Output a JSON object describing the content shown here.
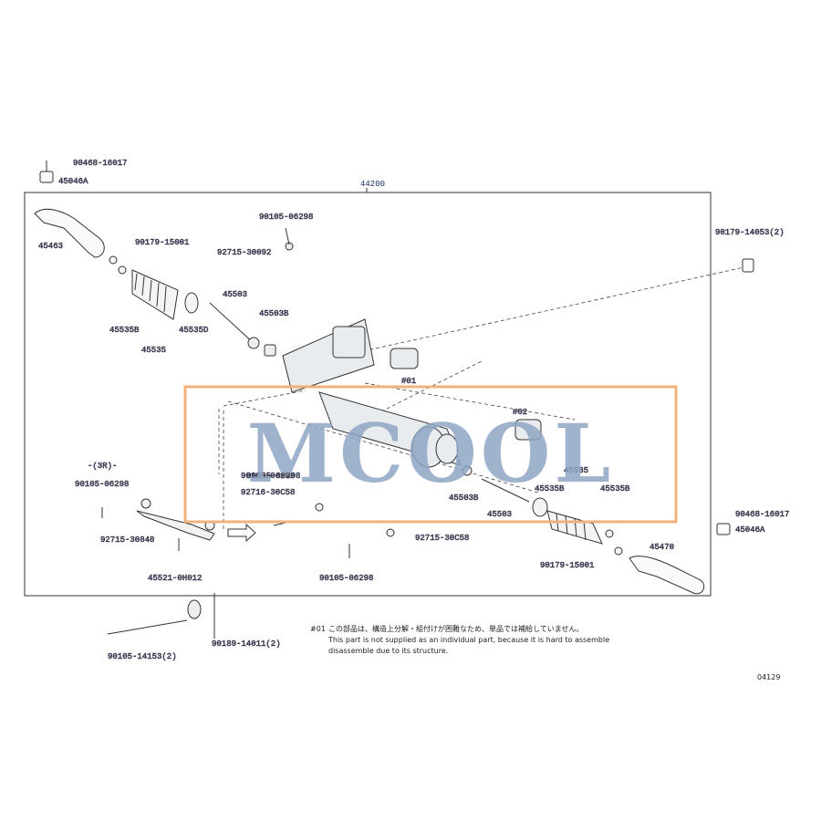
{
  "assembly_label": "44200",
  "watermark": "MCOOL",
  "part_labels": [
    "90468-16017",
    "45046A",
    "45463",
    "90179-15001",
    "45535B",
    "45535",
    "45535D",
    "45503",
    "45503B",
    "90105-06298",
    "92715-30092",
    "90179-14053(2)",
    "#01",
    "#02",
    "90105-06298",
    "45503B",
    "45503",
    "45535B",
    "45535",
    "45535B",
    "90179-15001",
    "45470",
    "90468-16017",
    "45046A",
    "90105-06298",
    "92715-30848",
    "92716-30C58",
    "90105-06298",
    "45521-0H012",
    "92715-30C58",
    "90105-06298",
    "90105-14153(2)",
    "90189-14011(2)"
  ],
  "small_label": "-(3R)-",
  "note": {
    "marker": "#01",
    "jp": "この部品は、構造上分解・組付けが困難なため、単品では補給していません。",
    "en1": "This part is not supplied as an individual part, because it is hard to assemble",
    "en2": "disassemble due to its structure."
  },
  "figure_id": "04129"
}
